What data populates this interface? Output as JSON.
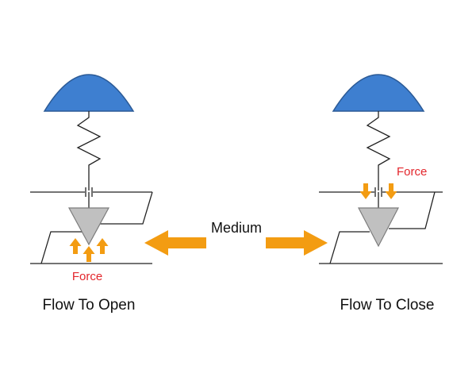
{
  "labels": {
    "medium": "Medium",
    "force_left": "Force",
    "force_right": "Force",
    "caption_left": "Flow To Open",
    "caption_right": "Flow To Close"
  },
  "colors": {
    "diaphragm": "#3e7fd0",
    "diaphragm_stroke": "#2b5a96",
    "valve_plug": "#c0c0c0",
    "valve_plug_stroke": "#7c7c7c",
    "arrow": "#f39c12",
    "force_text": "#e3262c",
    "line": "#222222"
  },
  "icons": {
    "medium_arrows": "double-headed-arrow",
    "force_arrows": "small-orange-arrows"
  }
}
